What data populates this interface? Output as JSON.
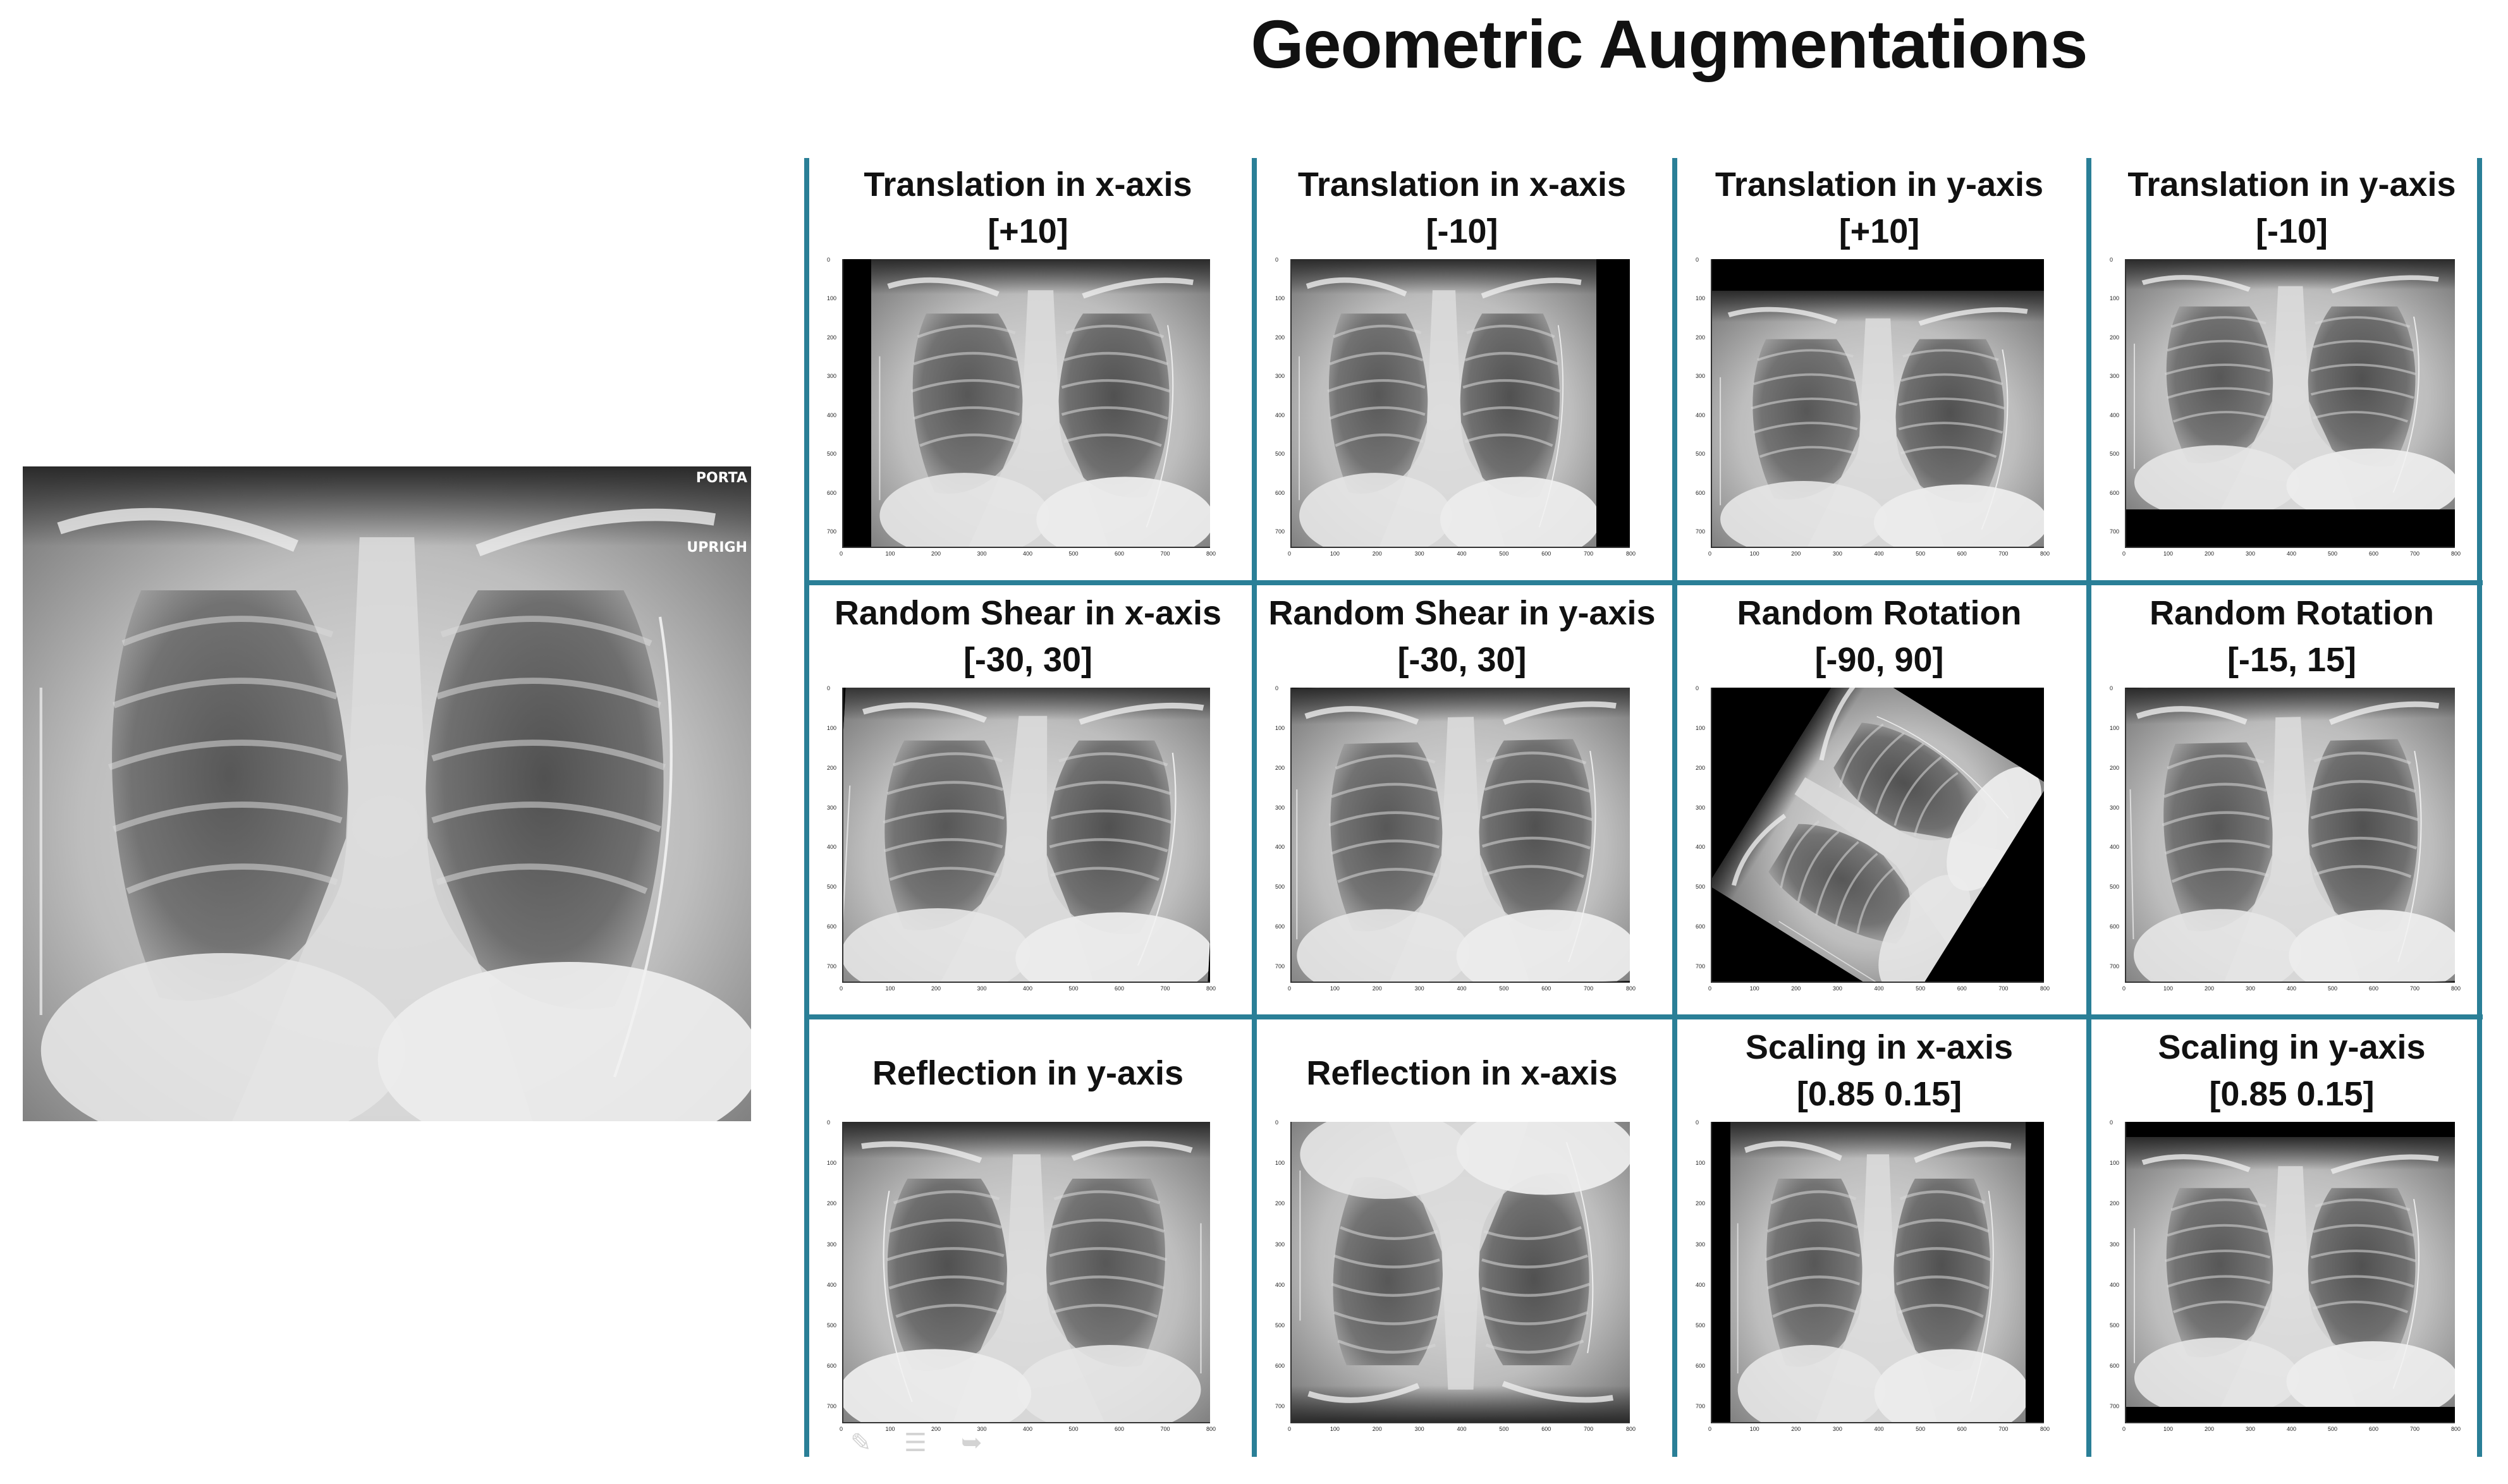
{
  "title": "Geometric Augmentations",
  "original": {
    "tag_top": "PORTA",
    "tag_mid": "UPRIGH"
  },
  "x_ticks": [
    "0",
    "100",
    "200",
    "300",
    "400",
    "500",
    "600",
    "700",
    "800"
  ],
  "y_ticks": [
    "0",
    "100",
    "200",
    "300",
    "400",
    "500",
    "600",
    "700"
  ],
  "cells": [
    {
      "title1": "Translation in x-axis",
      "title2": "[+10]",
      "variant": "tx_pos"
    },
    {
      "title1": "Translation in x-axis",
      "title2": "[-10]",
      "variant": "tx_neg"
    },
    {
      "title1": "Translation in y-axis",
      "title2": "[+10]",
      "variant": "ty_pos"
    },
    {
      "title1": "Translation in y-axis",
      "title2": "[-10]",
      "variant": "ty_neg"
    },
    {
      "title1": "Random Shear in x-axis",
      "title2": "[-30, 30]",
      "variant": "shear_x"
    },
    {
      "title1": "Random Shear in y-axis",
      "title2": "[-30, 30]",
      "variant": "shear_y"
    },
    {
      "title1": "Random Rotation",
      "title2": "[-90, 90]",
      "variant": "rot_big"
    },
    {
      "title1": "Random Rotation",
      "title2": "[-15, 15]",
      "variant": "rot_small"
    },
    {
      "title1": "Reflection in y-axis",
      "title2": "",
      "variant": "flip_y"
    },
    {
      "title1": "Reflection in x-axis",
      "title2": "",
      "variant": "flip_x"
    },
    {
      "title1": "Scaling in x-axis",
      "title2": "[0.85 0.15]",
      "variant": "scale_x"
    },
    {
      "title1": "Scaling in y-axis",
      "title2": "[0.85 0.15]",
      "variant": "scale_y"
    }
  ],
  "colors": {
    "grid_line": "#2a7f97",
    "title_text": "#111111"
  }
}
